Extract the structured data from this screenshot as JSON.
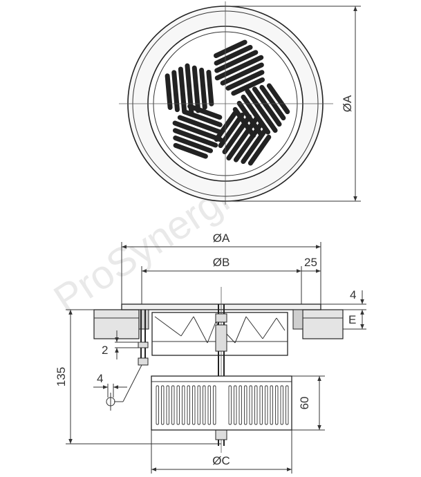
{
  "watermark": "ProSynergie",
  "top_view": {
    "diameter_label": "ØA"
  },
  "side_view": {
    "dim_A": "ØA",
    "dim_B": "ØB",
    "dim_C": "ØC",
    "dim_25": "25",
    "dim_4_top": "4",
    "dim_E": "E",
    "dim_2": "2",
    "dim_4_left": "4",
    "dim_135": "135",
    "dim_60": "60"
  }
}
